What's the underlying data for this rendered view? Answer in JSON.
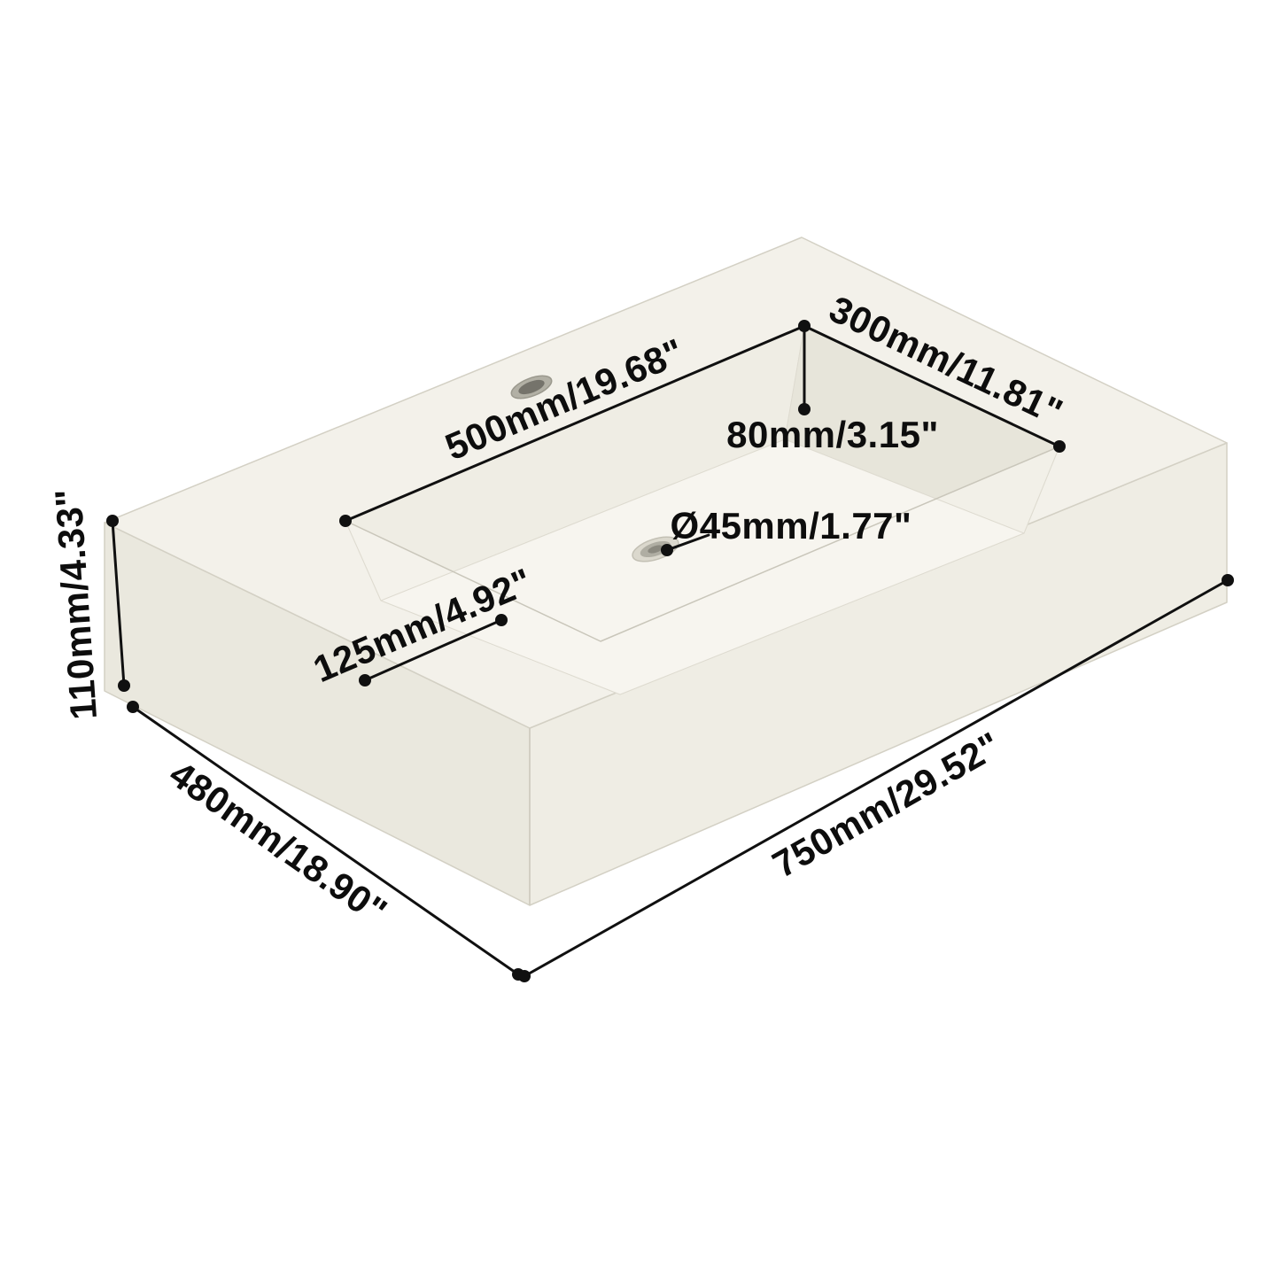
{
  "diagram": {
    "product": "wall-mounted rectangular vessel sink with dimension callouts",
    "background": "#ffffff",
    "colors": {
      "body_top": "#f3f1ea",
      "body_left_face": "#eae8de",
      "body_right_face": "#efede4",
      "basin_wall_back_left": "#efede4",
      "basin_wall_back_right": "#e7e5da",
      "basin_wall_front_right": "#f2f0e8",
      "basin_wall_front_left": "#f4f2eb",
      "basin_floor": "#f7f5ef",
      "dimension_line": "#101010"
    },
    "dims": {
      "basin_length": {
        "label": "500mm/19.68\""
      },
      "basin_width": {
        "label": "300mm/11.81\""
      },
      "basin_depth": {
        "label": "80mm/3.15\""
      },
      "drain_diameter": {
        "label": "Ø45mm/1.77\""
      },
      "deck_ledge": {
        "label": "125mm/4.92\""
      },
      "height": {
        "label": "110mm/4.33\""
      },
      "depth": {
        "label": "480mm/18.90\""
      },
      "width": {
        "label": "750mm/29.52\""
      }
    }
  }
}
